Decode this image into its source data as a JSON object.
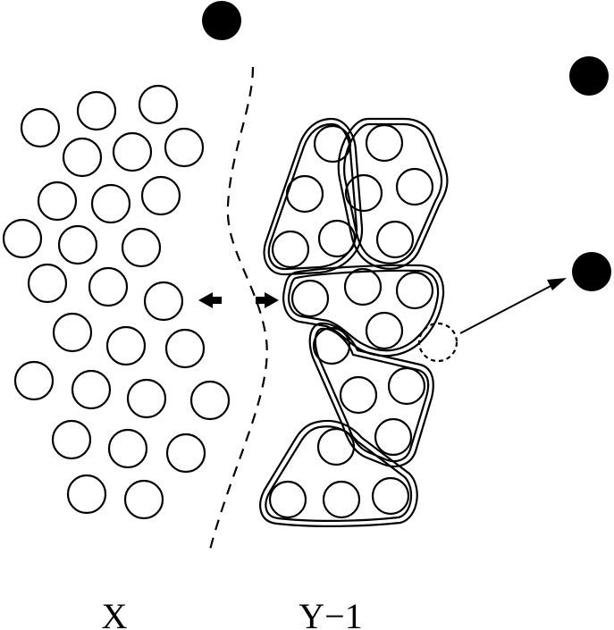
{
  "labels": {
    "left_region": "X",
    "right_region": "Y−1"
  },
  "colors": {
    "stroke": "#000000",
    "background": "#ffffff",
    "filled_particle": "#000000"
  },
  "icons": {
    "double_arrow": "bidirectional-exchange-arrow",
    "escape_arrow": "escape-arrow"
  }
}
